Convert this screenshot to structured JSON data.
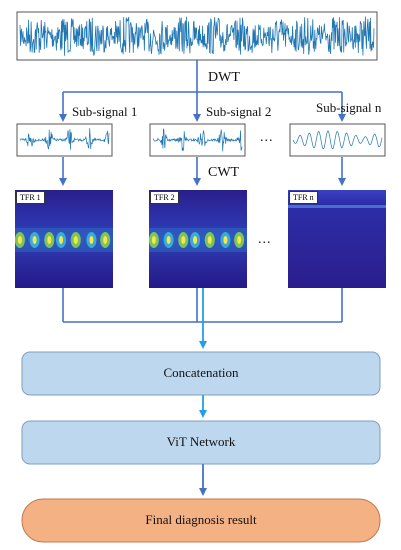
{
  "labels": {
    "dwt": "DWT",
    "cwt": "CWT",
    "sub_signals": [
      "Sub-signal 1",
      "Sub-signal 2",
      "Sub-signal n"
    ],
    "ellipsis": "...",
    "tfr_tags": [
      "TFR 1",
      "TFR 2",
      "TFR n"
    ]
  },
  "boxes": {
    "concatenation": "Concatenation",
    "vit": "ViT Network",
    "result": "Final diagnosis result"
  },
  "colors": {
    "signal": "#1f77b4",
    "arrow": "#4472c4",
    "arrow_light": "#1ea0e6",
    "box_fill": "#bdd7ee",
    "box_stroke": "#7f9fbf",
    "result_fill": "#f4b183",
    "result_stroke": "#c07850",
    "tfr_bg": "#2b1d8c"
  }
}
